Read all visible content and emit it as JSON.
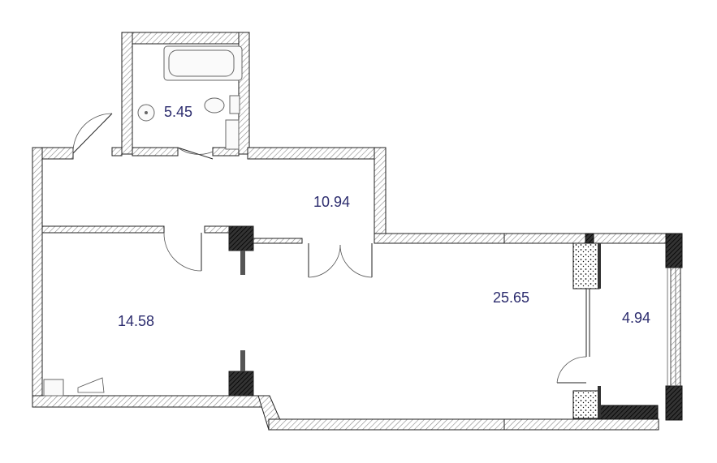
{
  "rooms": [
    {
      "id": "bathroom",
      "area": "5.45"
    },
    {
      "id": "hallway",
      "area": "10.94"
    },
    {
      "id": "bedroom",
      "area": "14.58"
    },
    {
      "id": "living-room",
      "area": "25.65"
    },
    {
      "id": "balcony",
      "area": "4.94"
    }
  ],
  "colors": {
    "wall_stroke": "#222222",
    "label": "#2c2c6e",
    "hatch": "#888888"
  }
}
